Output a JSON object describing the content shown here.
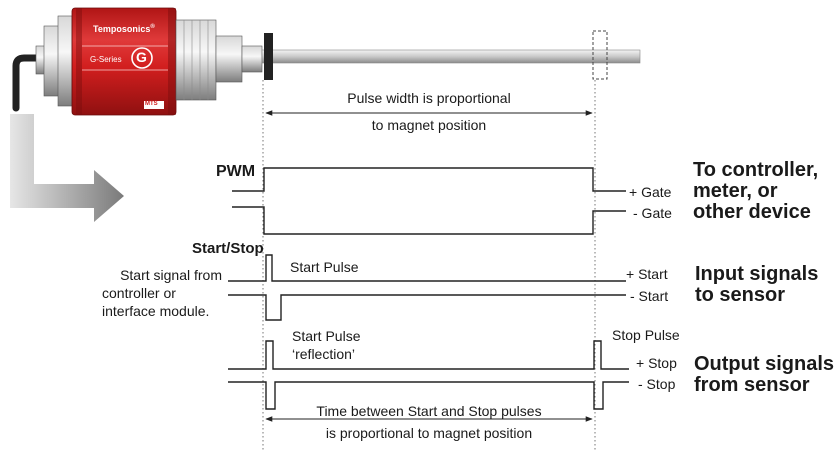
{
  "sensor": {
    "brand": "Temposonics",
    "registered": "®",
    "logo_letter": "G",
    "series": "G-Series",
    "badge": "MTS"
  },
  "annotations": {
    "pulse_width_line1": "Pulse width is proportional",
    "pulse_width_line2": "to magnet position",
    "time_between_line1": "Time between Start and Stop pulses",
    "time_between_line2": "is proportional to magnet position"
  },
  "pwm": {
    "label": "PWM",
    "plus": "+ Gate",
    "minus": "- Gate",
    "target_line1": "To controller,",
    "target_line2": "meter, or",
    "target_line3": "other device"
  },
  "start_stop": {
    "label": "Start/Stop",
    "pulse_label": "Start Pulse",
    "plus": "+ Start",
    "minus": "- Start",
    "source_line1": "Start signal from",
    "source_line2": "controller or",
    "source_line3": "interface module.",
    "target_line1": "Input signals",
    "target_line2": "to sensor"
  },
  "output": {
    "reflection_line1": "Start Pulse",
    "reflection_line2": "‘reflection’",
    "stop_pulse": "Stop Pulse",
    "plus": "+ Stop",
    "minus": "- Stop",
    "target_line1": "Output signals",
    "target_line2": "from sensor"
  },
  "colors": {
    "housing_red": "#d21f1f",
    "arrow_gray": "#8a8a8a",
    "signal_line": "#222222"
  }
}
